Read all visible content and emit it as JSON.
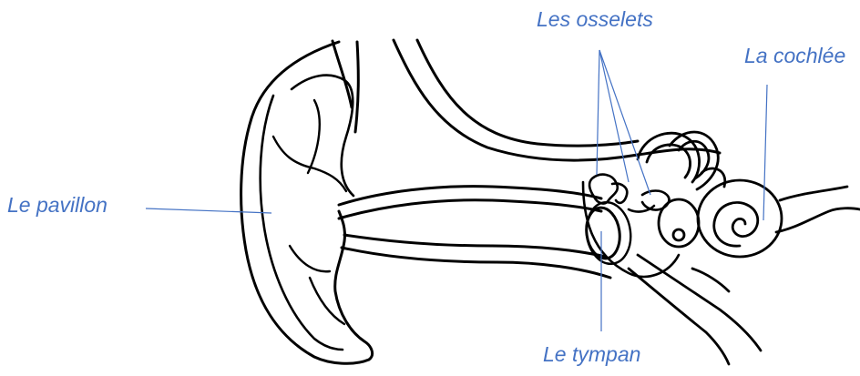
{
  "diagram": {
    "label_color": "#4472c4",
    "line_color": "#000000",
    "labels": {
      "pavillon": "Le pavillon",
      "osselets": "Les osselets",
      "cochlee": "La cochlée",
      "tympan": "Le tympan"
    }
  }
}
